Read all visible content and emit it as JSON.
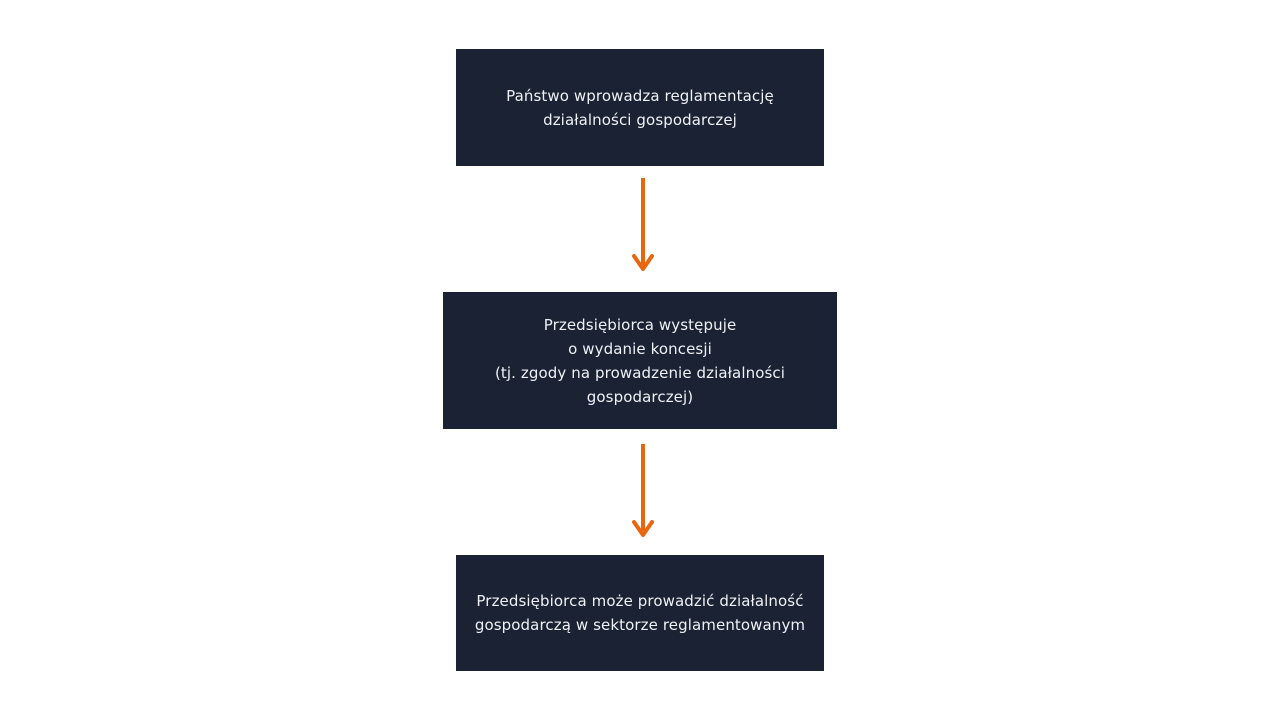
{
  "colors": {
    "box_fill": "#1a2233",
    "box_text": "#eef1f5",
    "arrow": "#e8660f",
    "background": "#ffffff"
  },
  "flow": {
    "step1": {
      "lines": [
        "Państwo wprowadza reglamentację",
        "działalności gospodarczej"
      ]
    },
    "step2": {
      "lines": [
        "Przedsiębiorca występuje",
        "o wydanie koncesji",
        "(tj. zgody na prowadzenie działalności",
        "gospodarczej)"
      ]
    },
    "step3": {
      "lines": [
        "Przedsiębiorca może prowadzić działalność",
        "gospodarczą w sektorze reglamentowanym"
      ]
    },
    "arrows": [
      {
        "from": "step1",
        "to": "step2",
        "icon": "arrow-down-icon"
      },
      {
        "from": "step2",
        "to": "step3",
        "icon": "arrow-down-icon"
      }
    ]
  }
}
